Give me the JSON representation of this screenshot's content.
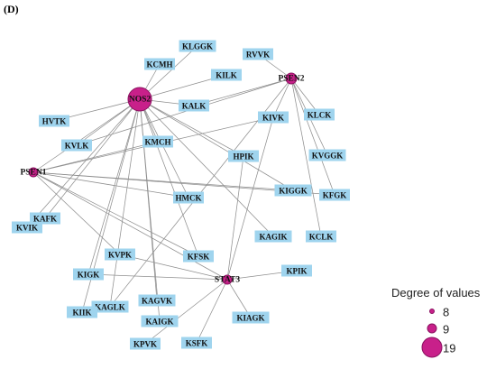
{
  "panel_label": "(D)",
  "colors": {
    "hub": "#c8208a",
    "peptide_box": "#9fd4ee",
    "edge": "#8f8f8f"
  },
  "legend": {
    "title": "Degree of values",
    "items": [
      {
        "label": "8",
        "value": 8
      },
      {
        "label": "9",
        "value": 9
      },
      {
        "label": "19",
        "value": 19
      }
    ]
  },
  "hubs": [
    {
      "id": "NOS2",
      "degree": 19
    },
    {
      "id": "PSEN2",
      "degree": 9
    },
    {
      "id": "PSEN1",
      "degree": 8
    },
    {
      "id": "STAT3",
      "degree": 8
    }
  ],
  "peptides": [
    "KLGGK",
    "RVVK",
    "KCMH",
    "KILK",
    "KALK",
    "KLCK",
    "KIVK",
    "HVTK",
    "KMCH",
    "KVLK",
    "HPIK",
    "KVGGK",
    "KIGGK",
    "HMCK",
    "KFGK",
    "KAFK",
    "KVIK",
    "KAGIK",
    "KCLK",
    "KVPK",
    "KFSK",
    "KIGK",
    "KPIK",
    "KAGLK",
    "KIIK",
    "KAGVK",
    "KAIGK",
    "KIAGK",
    "KPVK",
    "KSFK"
  ],
  "edges": [
    [
      "NOS2",
      "KCMH"
    ],
    [
      "NOS2",
      "KLGGK"
    ],
    [
      "NOS2",
      "KILK"
    ],
    [
      "NOS2",
      "KALK"
    ],
    [
      "NOS2",
      "HVTK"
    ],
    [
      "NOS2",
      "KVLK"
    ],
    [
      "NOS2",
      "KMCH"
    ],
    [
      "NOS2",
      "HPIK"
    ],
    [
      "NOS2",
      "KIGGK"
    ],
    [
      "NOS2",
      "HMCK"
    ],
    [
      "NOS2",
      "KFSK"
    ],
    [
      "NOS2",
      "KAFK"
    ],
    [
      "NOS2",
      "KVIK"
    ],
    [
      "NOS2",
      "KIGK"
    ],
    [
      "NOS2",
      "KAGLK"
    ],
    [
      "NOS2",
      "KIIK"
    ],
    [
      "NOS2",
      "KAGVK"
    ],
    [
      "NOS2",
      "KAIGK"
    ],
    [
      "NOS2",
      "KAGIK"
    ],
    [
      "NOS2",
      "PSEN1"
    ],
    [
      "PSEN2",
      "RVVK"
    ],
    [
      "PSEN2",
      "KALK"
    ],
    [
      "PSEN2",
      "KLCK"
    ],
    [
      "PSEN2",
      "KIVK"
    ],
    [
      "PSEN2",
      "KVGGK"
    ],
    [
      "PSEN2",
      "KFGK"
    ],
    [
      "PSEN2",
      "KCLK"
    ],
    [
      "PSEN2",
      "KVLK"
    ],
    [
      "PSEN2",
      "KAGLK"
    ],
    [
      "PSEN1",
      "KMCH"
    ],
    [
      "PSEN1",
      "KIVK"
    ],
    [
      "PSEN1",
      "HMCK"
    ],
    [
      "PSEN1",
      "KIGGK"
    ],
    [
      "PSEN1",
      "KFGK"
    ],
    [
      "PSEN1",
      "KFSK"
    ],
    [
      "PSEN1",
      "KVPK"
    ],
    [
      "PSEN1",
      "STAT3"
    ],
    [
      "STAT3",
      "HPIK"
    ],
    [
      "STAT3",
      "KPIK"
    ],
    [
      "STAT3",
      "KVPK"
    ],
    [
      "STAT3",
      "KIGK"
    ],
    [
      "STAT3",
      "KPVK"
    ],
    [
      "STAT3",
      "KSFK"
    ],
    [
      "STAT3",
      "KIAGK"
    ],
    [
      "STAT3",
      "KIVK"
    ]
  ]
}
